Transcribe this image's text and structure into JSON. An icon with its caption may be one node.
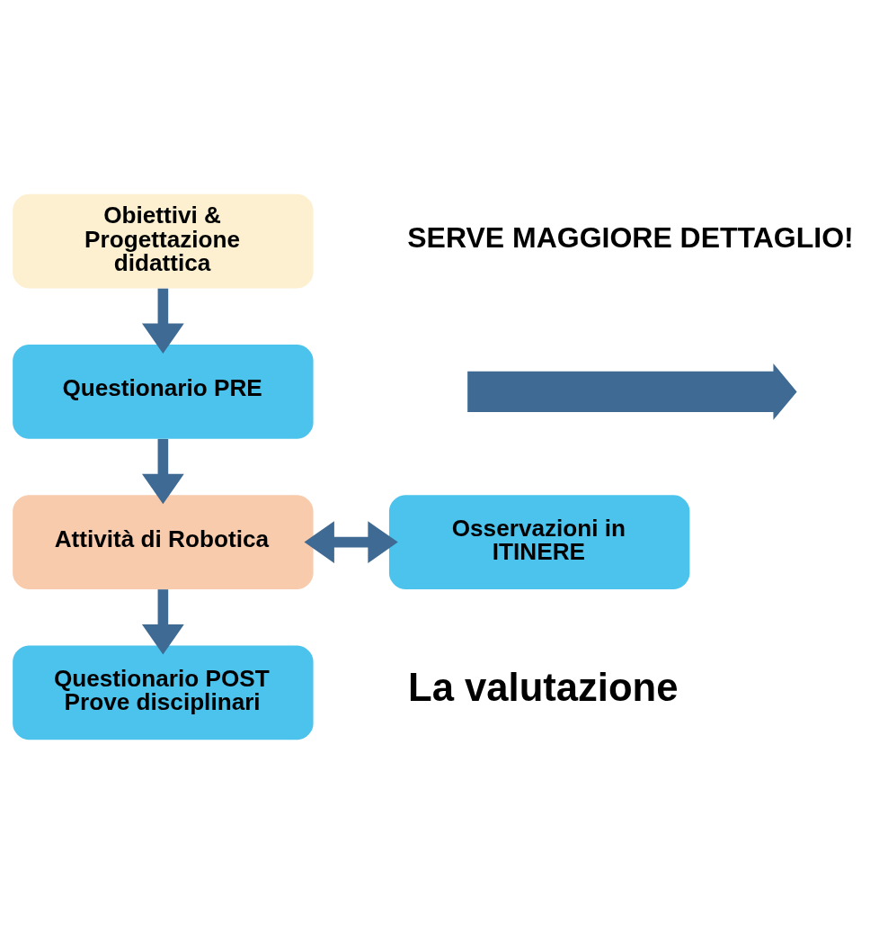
{
  "diagram": {
    "nodes": [
      {
        "text": [
          "Obiettivi & Progettazione didattica"
        ]
      },
      {
        "text": [
          "Questionario PRE"
        ]
      },
      {
        "text": [
          "Attività di Robotica"
        ]
      },
      {
        "text": [
          "Osservazioni in ITINERE"
        ]
      },
      {
        "text": [
          "Questionario POST Prove disciplinari"
        ]
      },
      {
        "text": [],
        "shape": "arrow"
      }
    ],
    "edges": [
      {
        "from": 0,
        "to": 1,
        "arrow": "to"
      },
      {
        "from": 1,
        "to": 2,
        "arrow": "to"
      },
      {
        "from": 2,
        "to": 3,
        "arrow": "both"
      },
      {
        "from": 2,
        "to": 4,
        "arrow": "to"
      }
    ],
    "labels": [
      "SERVE MAGGIORE DETTAGLIO!",
      "La valutazione"
    ]
  }
}
